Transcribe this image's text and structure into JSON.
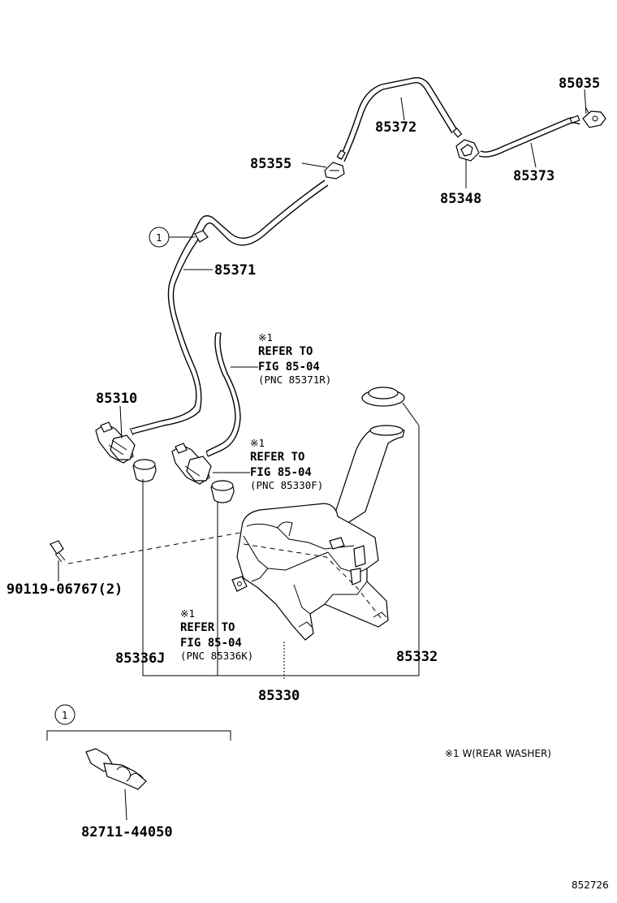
{
  "labels": {
    "p85035": "85035",
    "p85372": "85372",
    "p85355": "85355",
    "p85348": "85348",
    "p85373": "85373",
    "p85371": "85371",
    "p85310": "85310",
    "p90119": "90119-06767(2)",
    "p85336J": "85336J",
    "p85330": "85330",
    "p85332": "85332",
    "p82711": "82711-44050",
    "figure_code": "852726"
  },
  "callout_number": "1",
  "refs": [
    {
      "mark": "※1",
      "line1": "REFER TO",
      "line2": "FIG 85-04",
      "line3": "(PNC 85371R)"
    },
    {
      "mark": "※1",
      "line1": "REFER TO",
      "line2": "FIG 85-04",
      "line3": "(PNC 85330F)"
    },
    {
      "mark": "※1",
      "line1": "REFER TO",
      "line2": "FIG 85-04",
      "line3": "(PNC 85336K)"
    }
  ],
  "note": "※1 W(REAR WASHER)"
}
